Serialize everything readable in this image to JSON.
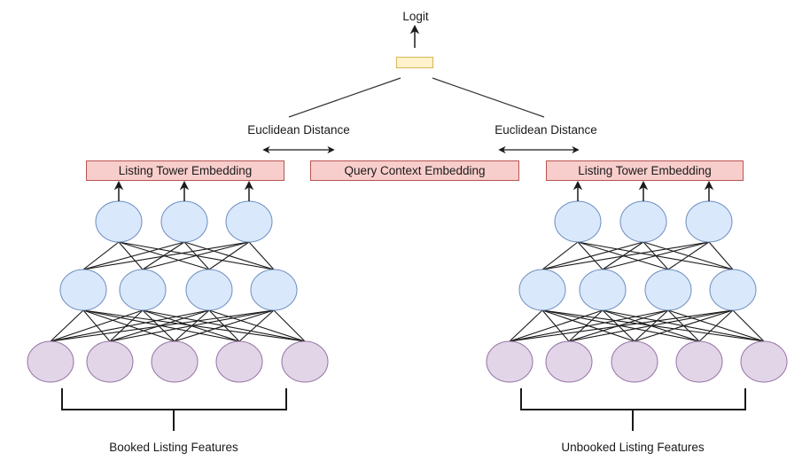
{
  "title": "Two-tower listing embedding model",
  "output": {
    "label": "Logit"
  },
  "distances": {
    "left_label": "Euclidean Distance",
    "right_label": "Euclidean Distance"
  },
  "embeddings": {
    "left": "Listing Tower Embedding",
    "center": "Query Context Embedding",
    "right": "Listing Tower Embedding"
  },
  "towers": [
    {
      "name": "booked",
      "input_label": "Booked Listing Features",
      "layers": [
        5,
        4,
        3
      ]
    },
    {
      "name": "unbooked",
      "input_label": "Unbooked Listing Features",
      "layers": [
        5,
        4,
        3
      ]
    }
  ],
  "colors": {
    "input_node_fill": "#e1d5e7",
    "input_node_stroke": "#9673a6",
    "hidden_node_fill": "#dae8fc",
    "hidden_node_stroke": "#6c8ebf",
    "embedding_fill": "#f8cecc",
    "embedding_stroke": "#b85450",
    "logit_fill": "#fff2cc",
    "logit_stroke": "#d6b656",
    "line": "#1a1a1a"
  }
}
